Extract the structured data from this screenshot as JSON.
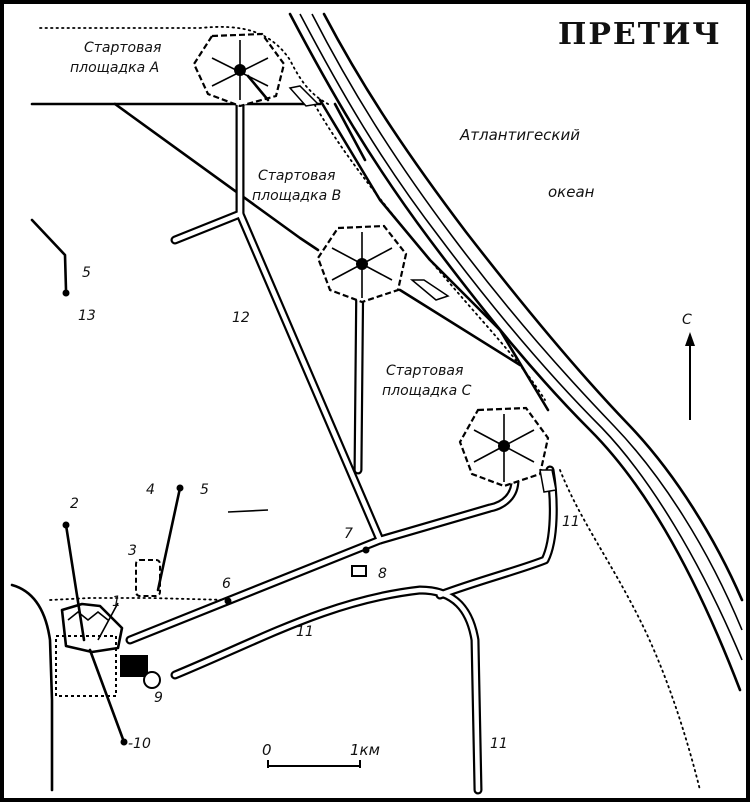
{
  "title": "ПРЕТИЧ",
  "ocean": {
    "line1": "Атлантигеский",
    "line2": "океан"
  },
  "pads": [
    {
      "line1": "Стартовая",
      "line2": "площадка А"
    },
    {
      "line1": "Стартовая",
      "line2": "площадка В"
    },
    {
      "line1": "Стартовая",
      "line2": "площадка С"
    }
  ],
  "north": "С",
  "scale": {
    "zero": "0",
    "one": "1км"
  },
  "numbers": {
    "n1": "1",
    "n2": "2",
    "n3": "3",
    "n4": "4",
    "n5": "5",
    "n6": "6",
    "n7": "7",
    "n8": "8",
    "n9": "9",
    "n10": "-10",
    "n11a": "11",
    "n11b": "11",
    "n11c": "11",
    "n12": "12",
    "n5b": "5",
    "n13": "13"
  },
  "colors": {
    "ink": "#000000",
    "paper": "#ffffff"
  }
}
